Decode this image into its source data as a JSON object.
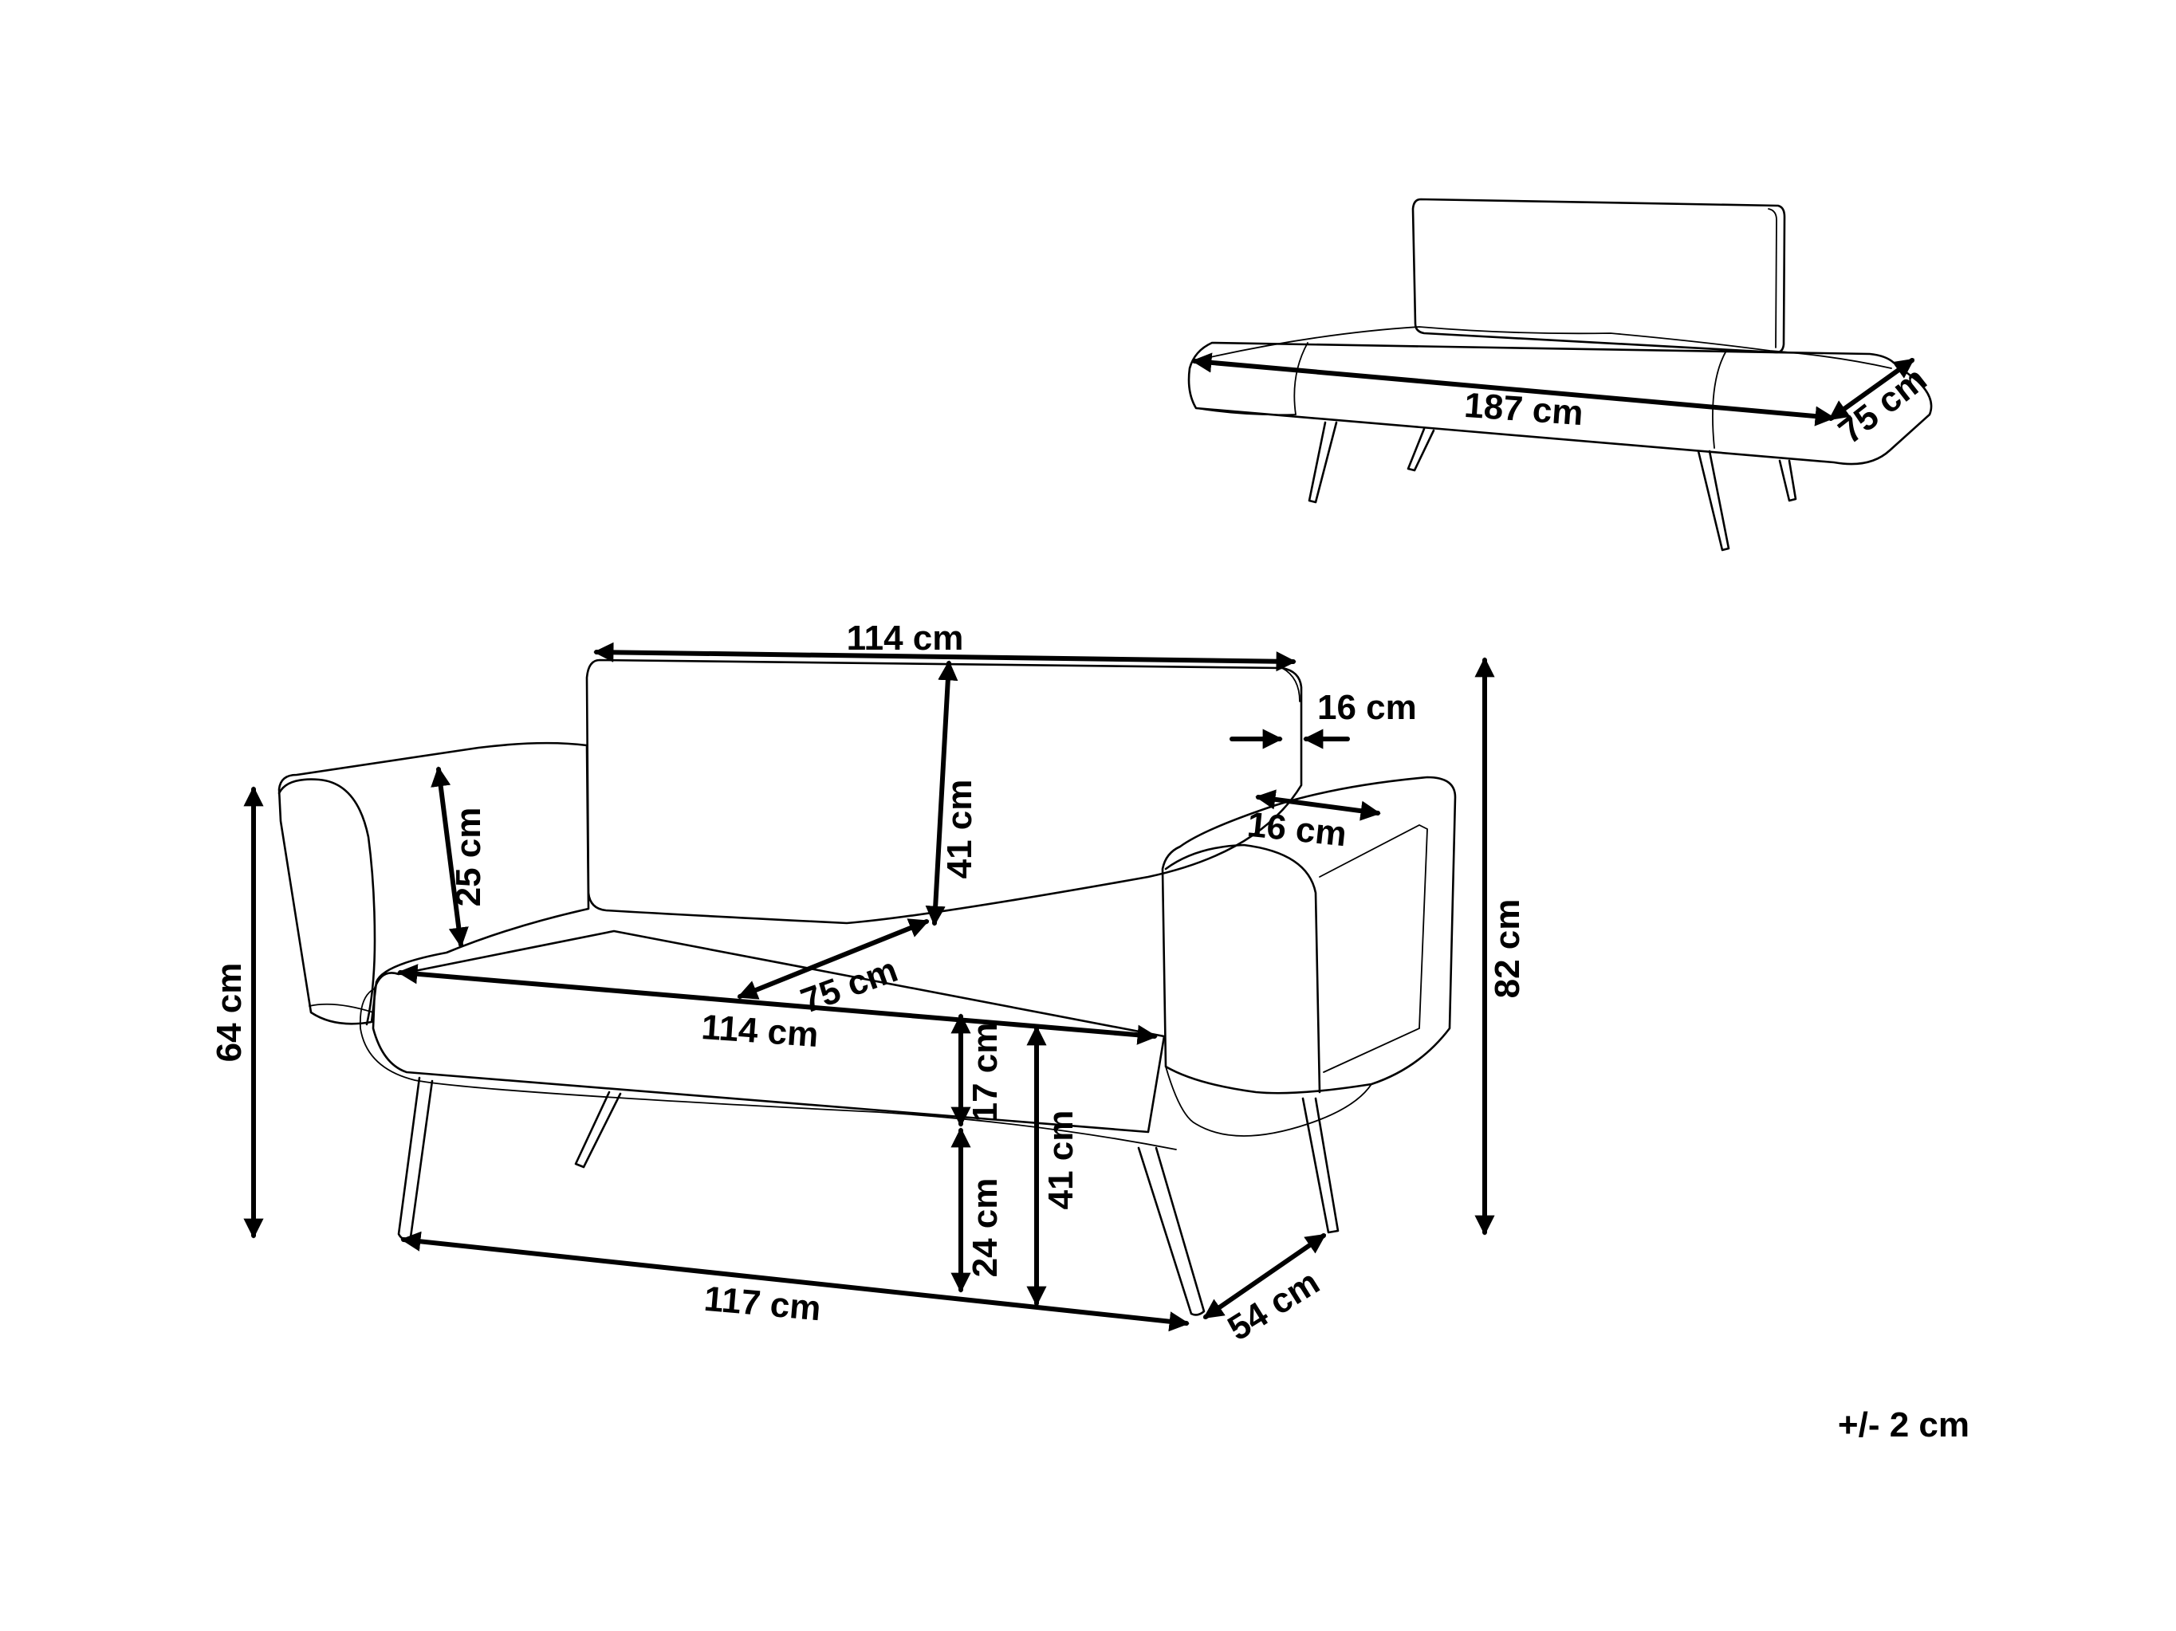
{
  "dimensions": {
    "top_length": "187 cm",
    "top_depth": "75 cm",
    "back_width": "114 cm",
    "back_thickness": "16 cm",
    "back_height": "41 cm",
    "arm_inner_height": "25 cm",
    "arm_top_width": "16 cm",
    "total_height": "82 cm",
    "arm_height": "64 cm",
    "seat_depth": "75 cm",
    "seat_width": "114 cm",
    "cushion_thickness": "17 cm",
    "seat_height": "41 cm",
    "leg_height": "24 cm",
    "leg_span_width": "117 cm",
    "leg_span_depth": "54 cm"
  },
  "tolerance": "+/- 2 cm"
}
